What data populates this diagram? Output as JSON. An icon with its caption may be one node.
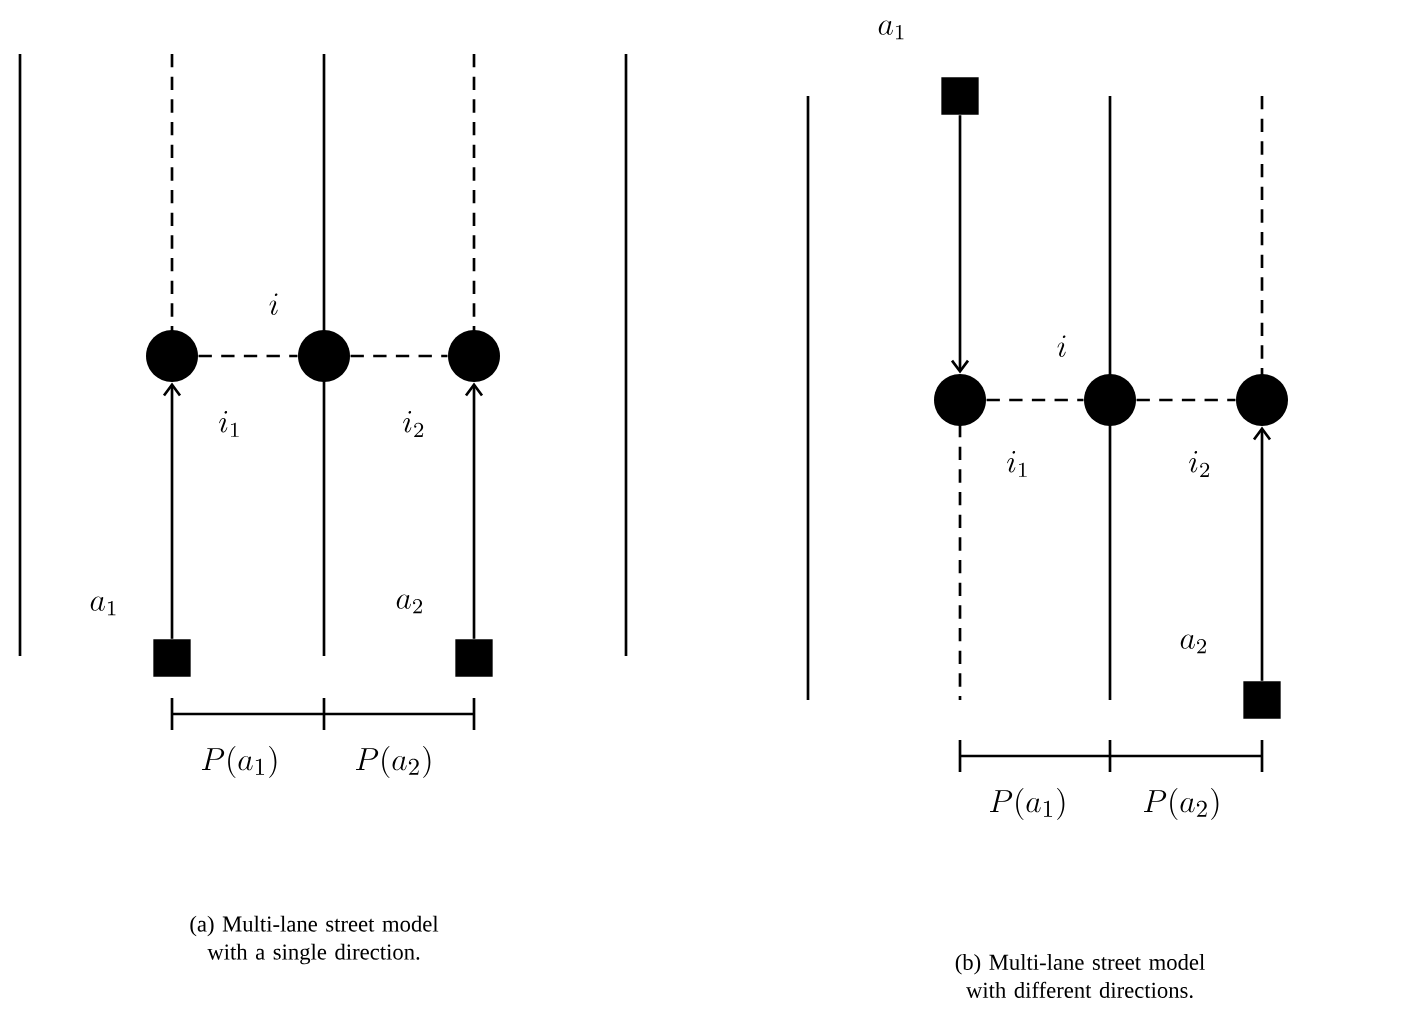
{
  "diagram": {
    "nodes": [
      {
        "text": [],
        "shape": "circle",
        "beside": [
          "i_1"
        ]
      },
      {
        "text": [],
        "shape": "circle",
        "beside": [
          "i"
        ]
      },
      {
        "text": [],
        "shape": "circle",
        "beside": [
          "i_2"
        ]
      },
      {
        "text": [],
        "shape": "box",
        "beside": [
          "a_1"
        ]
      },
      {
        "text": [],
        "shape": "box",
        "beside": [
          "a_2"
        ]
      },
      {
        "text": [],
        "shape": "box",
        "beside": [
          "a_1"
        ]
      },
      {
        "text": [],
        "shape": "circle",
        "beside": [
          "i_1"
        ]
      },
      {
        "text": [],
        "shape": "circle",
        "beside": [
          "i"
        ]
      },
      {
        "text": [],
        "shape": "circle",
        "beside": [
          "i_2"
        ]
      },
      {
        "text": [],
        "shape": "box",
        "beside": [
          "a_2"
        ]
      }
    ],
    "edges": [
      {
        "from": 3,
        "to": 0,
        "arrow": "to"
      },
      {
        "from": 4,
        "to": 2,
        "arrow": "to"
      },
      {
        "from": 0,
        "to": 1,
        "arrow": "none",
        "style": "dashed"
      },
      {
        "from": 1,
        "to": 2,
        "arrow": "none",
        "style": "dashed"
      },
      {
        "from": 5,
        "to": 6,
        "arrow": "to"
      },
      {
        "from": 9,
        "to": 8,
        "arrow": "to"
      },
      {
        "from": 6,
        "to": 7,
        "arrow": "none",
        "style": "dashed"
      },
      {
        "from": 7,
        "to": 8,
        "arrow": "none",
        "style": "dashed"
      }
    ],
    "labels": [
      "P(a_1)",
      "P(a_2)",
      "P(a_1)",
      "P(a_2)",
      "(a) Multi-lane street model with a single direction.",
      "(b) Multi-lane street model with different directions."
    ]
  }
}
